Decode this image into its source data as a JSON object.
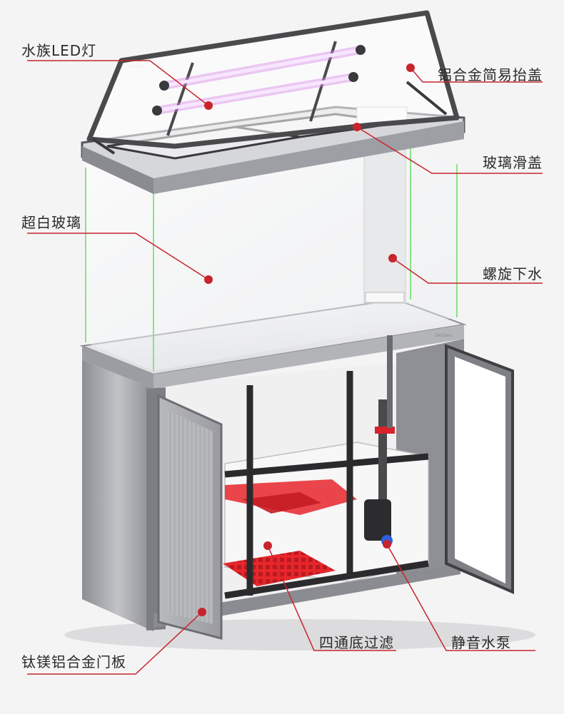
{
  "labels": {
    "led": "水族LED灯",
    "lid": "铝合金简易抬盖",
    "glass_cover": "玻璃滑盖",
    "glass": "超白玻璃",
    "spiral_drain": "螺旋下水",
    "filter": "四通底过滤",
    "pump": "静音水泵",
    "door": "钛镁铝合金门板"
  },
  "brand_mark": "SenSen",
  "colors": {
    "leader": "#c8242c",
    "frame": "#5a5a5e",
    "cabinet": "#a7a8ad",
    "glass_edge": "#7fe07a",
    "filter_red": "#e8262c",
    "led_glow": "#d98ae8",
    "background": "#f4f4f5"
  }
}
